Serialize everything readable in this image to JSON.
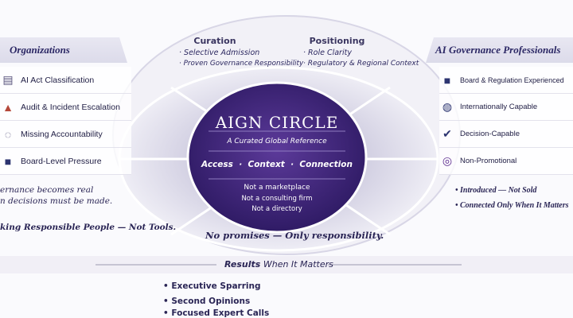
{
  "left_panel": {
    "title": "Organizations",
    "items": [
      {
        "icon": "document-icon",
        "label": "AI Act Classification"
      },
      {
        "icon": "warning-icon",
        "label": "Audit & Incident Escalation"
      },
      {
        "icon": "circle-arrows-icon",
        "label": "Missing Accountability"
      },
      {
        "icon": "briefcase-icon",
        "label": "Board-Level Pressure"
      }
    ],
    "note_line1": "ernance becomes real",
    "note_line2": "n decisions must be made.",
    "tagline": "king Responsible People — Not Tools."
  },
  "right_panel": {
    "title": "AI Governance Professionals",
    "items": [
      {
        "icon": "briefcase-plus-icon",
        "label": "Board & Regulation Experienced"
      },
      {
        "icon": "globe-icon",
        "label": "Internationally Capable"
      },
      {
        "icon": "checkmark-icon",
        "label": "Decision-Capable"
      },
      {
        "icon": "target-icon",
        "label": "Non-Promotional"
      }
    ],
    "bullets": [
      "Introduced — Not Sold",
      "Connected Only When It Matters"
    ]
  },
  "curation": {
    "title": "Curation",
    "items": [
      "Selective Admission",
      "Proven Governance Responsibility"
    ]
  },
  "positioning": {
    "title": "Positioning",
    "items": [
      "Role Clarity",
      "Regulatory & Regional Context"
    ]
  },
  "center": {
    "title": "AIGN CIRCLE",
    "subtitle": "A Curated Global Reference",
    "pillars": "Access  ·  Context  ·  Connection",
    "negations": [
      "Not a marketplace",
      "Not a consulting firm",
      "Not a directory"
    ]
  },
  "promise": "No promises — Only responsibility.",
  "results": {
    "title_bold": "Results",
    "title_rest": "When It Matters",
    "items": [
      "Executive Sparring",
      "Second Opinions",
      "Focused Expert Calls"
    ]
  },
  "colors": {
    "purple": "#3d2478",
    "navy": "#2a2555",
    "accent": "#5b3a9e"
  }
}
